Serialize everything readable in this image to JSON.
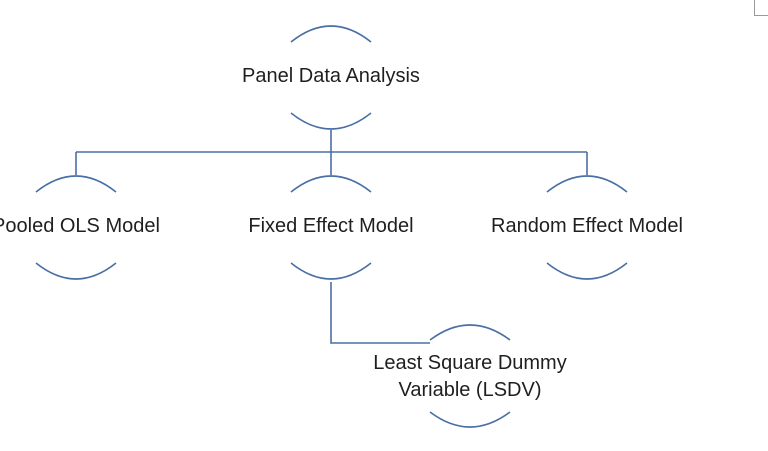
{
  "diagram": {
    "nodes": {
      "root": {
        "label": "Panel Data Analysis"
      },
      "pooled": {
        "label": "Pooled OLS Model"
      },
      "fixed": {
        "label": "Fixed Effect Model"
      },
      "random": {
        "label": "Random Effect Model"
      },
      "lsdv": {
        "label_line1": "Least Square Dummy",
        "label_line2": "Variable (LSDV)"
      }
    },
    "edges": [
      {
        "from": "Panel Data Analysis",
        "to": "Pooled OLS Model"
      },
      {
        "from": "Panel Data Analysis",
        "to": "Fixed Effect Model"
      },
      {
        "from": "Panel Data Analysis",
        "to": "Random Effect Model"
      },
      {
        "from": "Fixed Effect Model",
        "to": "Least Square Dummy Variable (LSDV)"
      }
    ],
    "colors": {
      "line": "#4a6fa5",
      "text": "#1f1f1f"
    }
  }
}
